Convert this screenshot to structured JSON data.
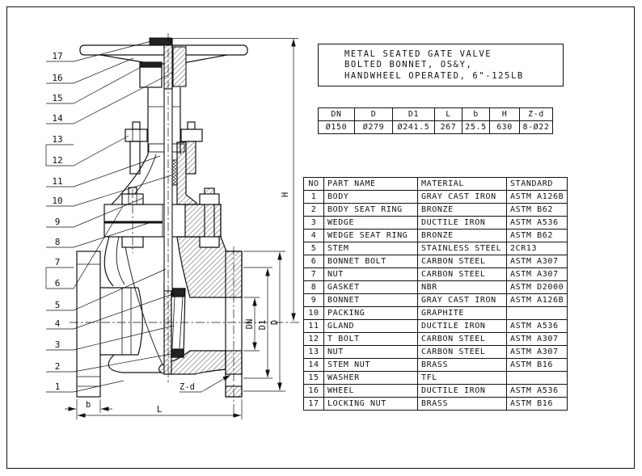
{
  "title_block": {
    "lines": [
      "METAL SEATED GATE VALVE",
      "BOLTED BONNET, OS&Y,",
      "HANDWHEEL OPERATED, 6\"-125LB"
    ]
  },
  "dimension_table": {
    "headers": [
      "DN",
      "D",
      "D1",
      "L",
      "b",
      "H",
      "Z-d"
    ],
    "values": [
      "Ø150",
      "Ø279",
      "Ø241.5",
      "267",
      "25.5",
      "630",
      "8-Ø22"
    ]
  },
  "parts_table": {
    "headers": [
      "NO",
      "PART NAME",
      "MATERIAL",
      "STANDARD"
    ],
    "rows": [
      [
        "1",
        "BODY",
        "GRAY CAST IRON",
        "ASTM A126B"
      ],
      [
        "2",
        "BODY SEAT RING",
        "BRONZE",
        "ASTM B62"
      ],
      [
        "3",
        "WEDGE",
        "DUCTILE IRON",
        "ASTM A536"
      ],
      [
        "4",
        "WEDGE SEAT RING",
        "BRONZE",
        "ASTM B62"
      ],
      [
        "5",
        "STEM",
        "STAINLESS STEEL",
        "2CR13"
      ],
      [
        "6",
        "BONNET BOLT",
        "CARBON STEEL",
        "ASTM A307"
      ],
      [
        "7",
        "NUT",
        "CARBON STEEL",
        "ASTM A307"
      ],
      [
        "8",
        "GASKET",
        "NBR",
        "ASTM D2000"
      ],
      [
        "9",
        "BONNET",
        "GRAY CAST IRON",
        "ASTM A126B"
      ],
      [
        "10",
        "PACKING",
        "GRAPHITE",
        ""
      ],
      [
        "11",
        "GLAND",
        "DUCTILE IRON",
        "ASTM A536"
      ],
      [
        "12",
        "T BOLT",
        "CARBON STEEL",
        "ASTM A307"
      ],
      [
        "13",
        "NUT",
        "CARBON STEEL",
        "ASTM A307"
      ],
      [
        "14",
        "STEM NUT",
        "BRASS",
        "ASTM B16"
      ],
      [
        "15",
        "WASHER",
        "TFL",
        ""
      ],
      [
        "16",
        "WHEEL",
        "DUCTILE IRON",
        "ASTM A536"
      ],
      [
        "17",
        "LOCKING NUT",
        "BRASS",
        "ASTM B16"
      ]
    ]
  },
  "callouts": [
    "17",
    "16",
    "15",
    "14",
    "13",
    "12",
    "11",
    "10",
    "9",
    "8",
    "7",
    "6",
    "5",
    "4",
    "3",
    "2",
    "1"
  ],
  "dims": {
    "H": "H",
    "D": "D",
    "D1": "D1",
    "DN": "DN",
    "L": "L",
    "b": "b",
    "Zd": "Z-d"
  },
  "line_color": "#111111"
}
